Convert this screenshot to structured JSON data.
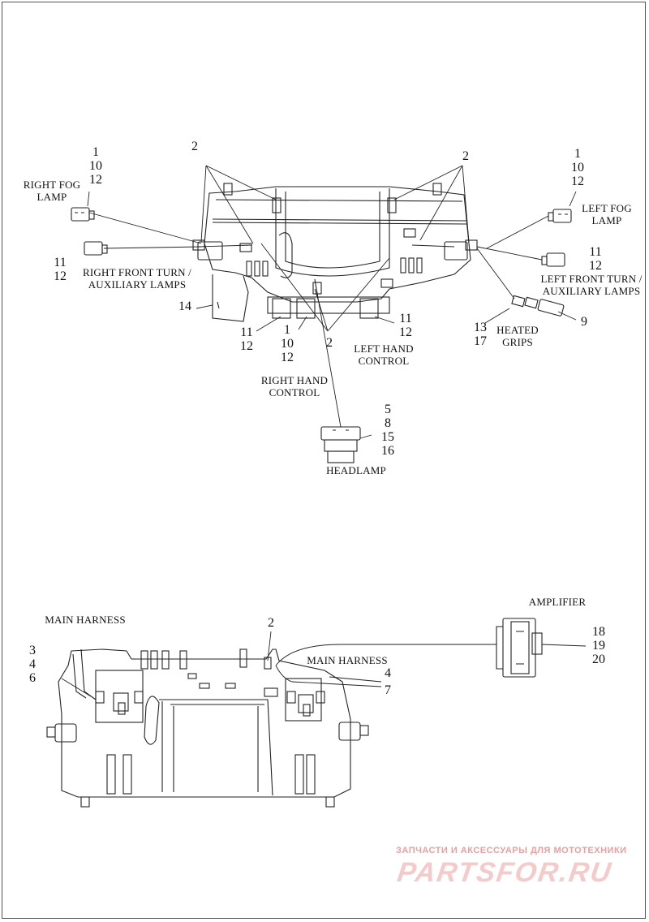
{
  "top_view": {
    "right_fog_lamp": {
      "label_line1": "RIGHT FOG",
      "label_line2": "LAMP",
      "nums": [
        "1",
        "10",
        "12"
      ]
    },
    "left_fog_lamp": {
      "label_line1": "LEFT FOG",
      "label_line2": "LAMP",
      "nums": [
        "1",
        "10",
        "12"
      ]
    },
    "right_front_turn": {
      "label_line1": "RIGHT FRONT TURN /",
      "label_line2": "AUXILIARY LAMPS",
      "nums": [
        "11",
        "12"
      ]
    },
    "left_front_turn": {
      "label_line1": "LEFT FRONT TURN /",
      "label_line2": "AUXILIARY LAMPS",
      "nums": [
        "11",
        "12"
      ]
    },
    "heated_grips": {
      "label_line1": "HEATED",
      "label_line2": "GRIPS",
      "nums": [
        "13",
        "17"
      ],
      "side_num": "9"
    },
    "right_hand_control": {
      "label_line1": "RIGHT HAND",
      "label_line2": "CONTROL",
      "nums_a": [
        "11",
        "12"
      ],
      "nums_b": [
        "1",
        "10",
        "12"
      ]
    },
    "left_hand_control": {
      "label_line1": "LEFT HAND",
      "label_line2": "CONTROL",
      "nums": [
        "11",
        "12"
      ]
    },
    "headlamp": {
      "label": "HEADLAMP",
      "nums": [
        "5",
        "8",
        "15",
        "16"
      ]
    },
    "callout_2": "2",
    "callout_14": "14"
  },
  "bottom_view": {
    "main_harness_left": {
      "label": "MAIN HARNESS",
      "nums": [
        "3",
        "4",
        "6"
      ]
    },
    "main_harness_right": {
      "label": "MAIN HARNESS",
      "nums": [
        "4",
        "7"
      ]
    },
    "amplifier": {
      "label": "AMPLIFIER",
      "nums": [
        "18",
        "19",
        "20"
      ]
    },
    "callout_2": "2"
  },
  "watermark": {
    "line1": "ЗАПЧАСТИ И АКСЕССУАРЫ ДЛЯ МОТОТЕХНИКИ",
    "line2": "PARTSFOR.RU"
  }
}
